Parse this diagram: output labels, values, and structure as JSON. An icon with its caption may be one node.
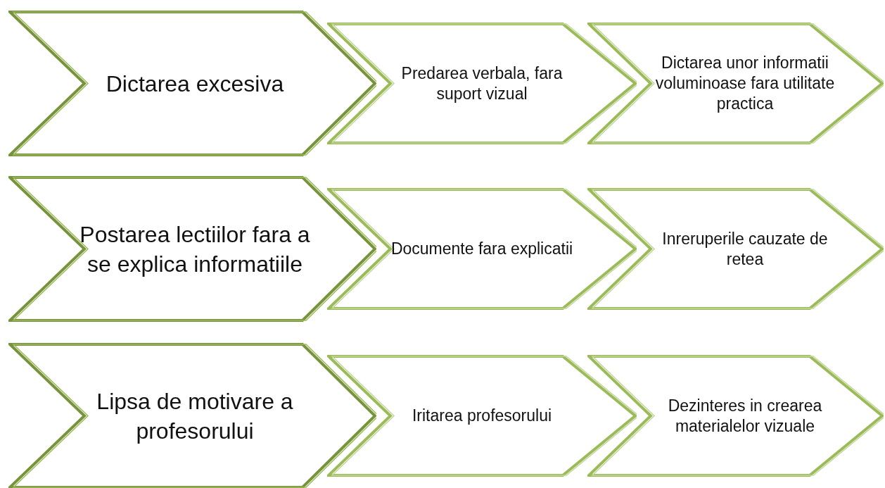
{
  "diagram": {
    "nodes": [
      {
        "text": [
          "Dictarea excesiva"
        ]
      },
      {
        "text": [
          "Predarea verbala, fara suport vizual"
        ]
      },
      {
        "text": [
          "Dictarea unor informatii voluminoase fara utilitate practica"
        ]
      },
      {
        "text": [
          "Postarea lectiilor fara a se explica informatiile"
        ]
      },
      {
        "text": [
          "Documente fara explicatii"
        ]
      },
      {
        "text": [
          "Inreruperile cauzate de retea"
        ]
      },
      {
        "text": [
          "Lipsa de motivare a profesorului"
        ]
      },
      {
        "text": [
          "Iritarea profesorului"
        ]
      },
      {
        "text": [
          "Dezinteres in crearea materialelor vizuale"
        ]
      }
    ]
  }
}
